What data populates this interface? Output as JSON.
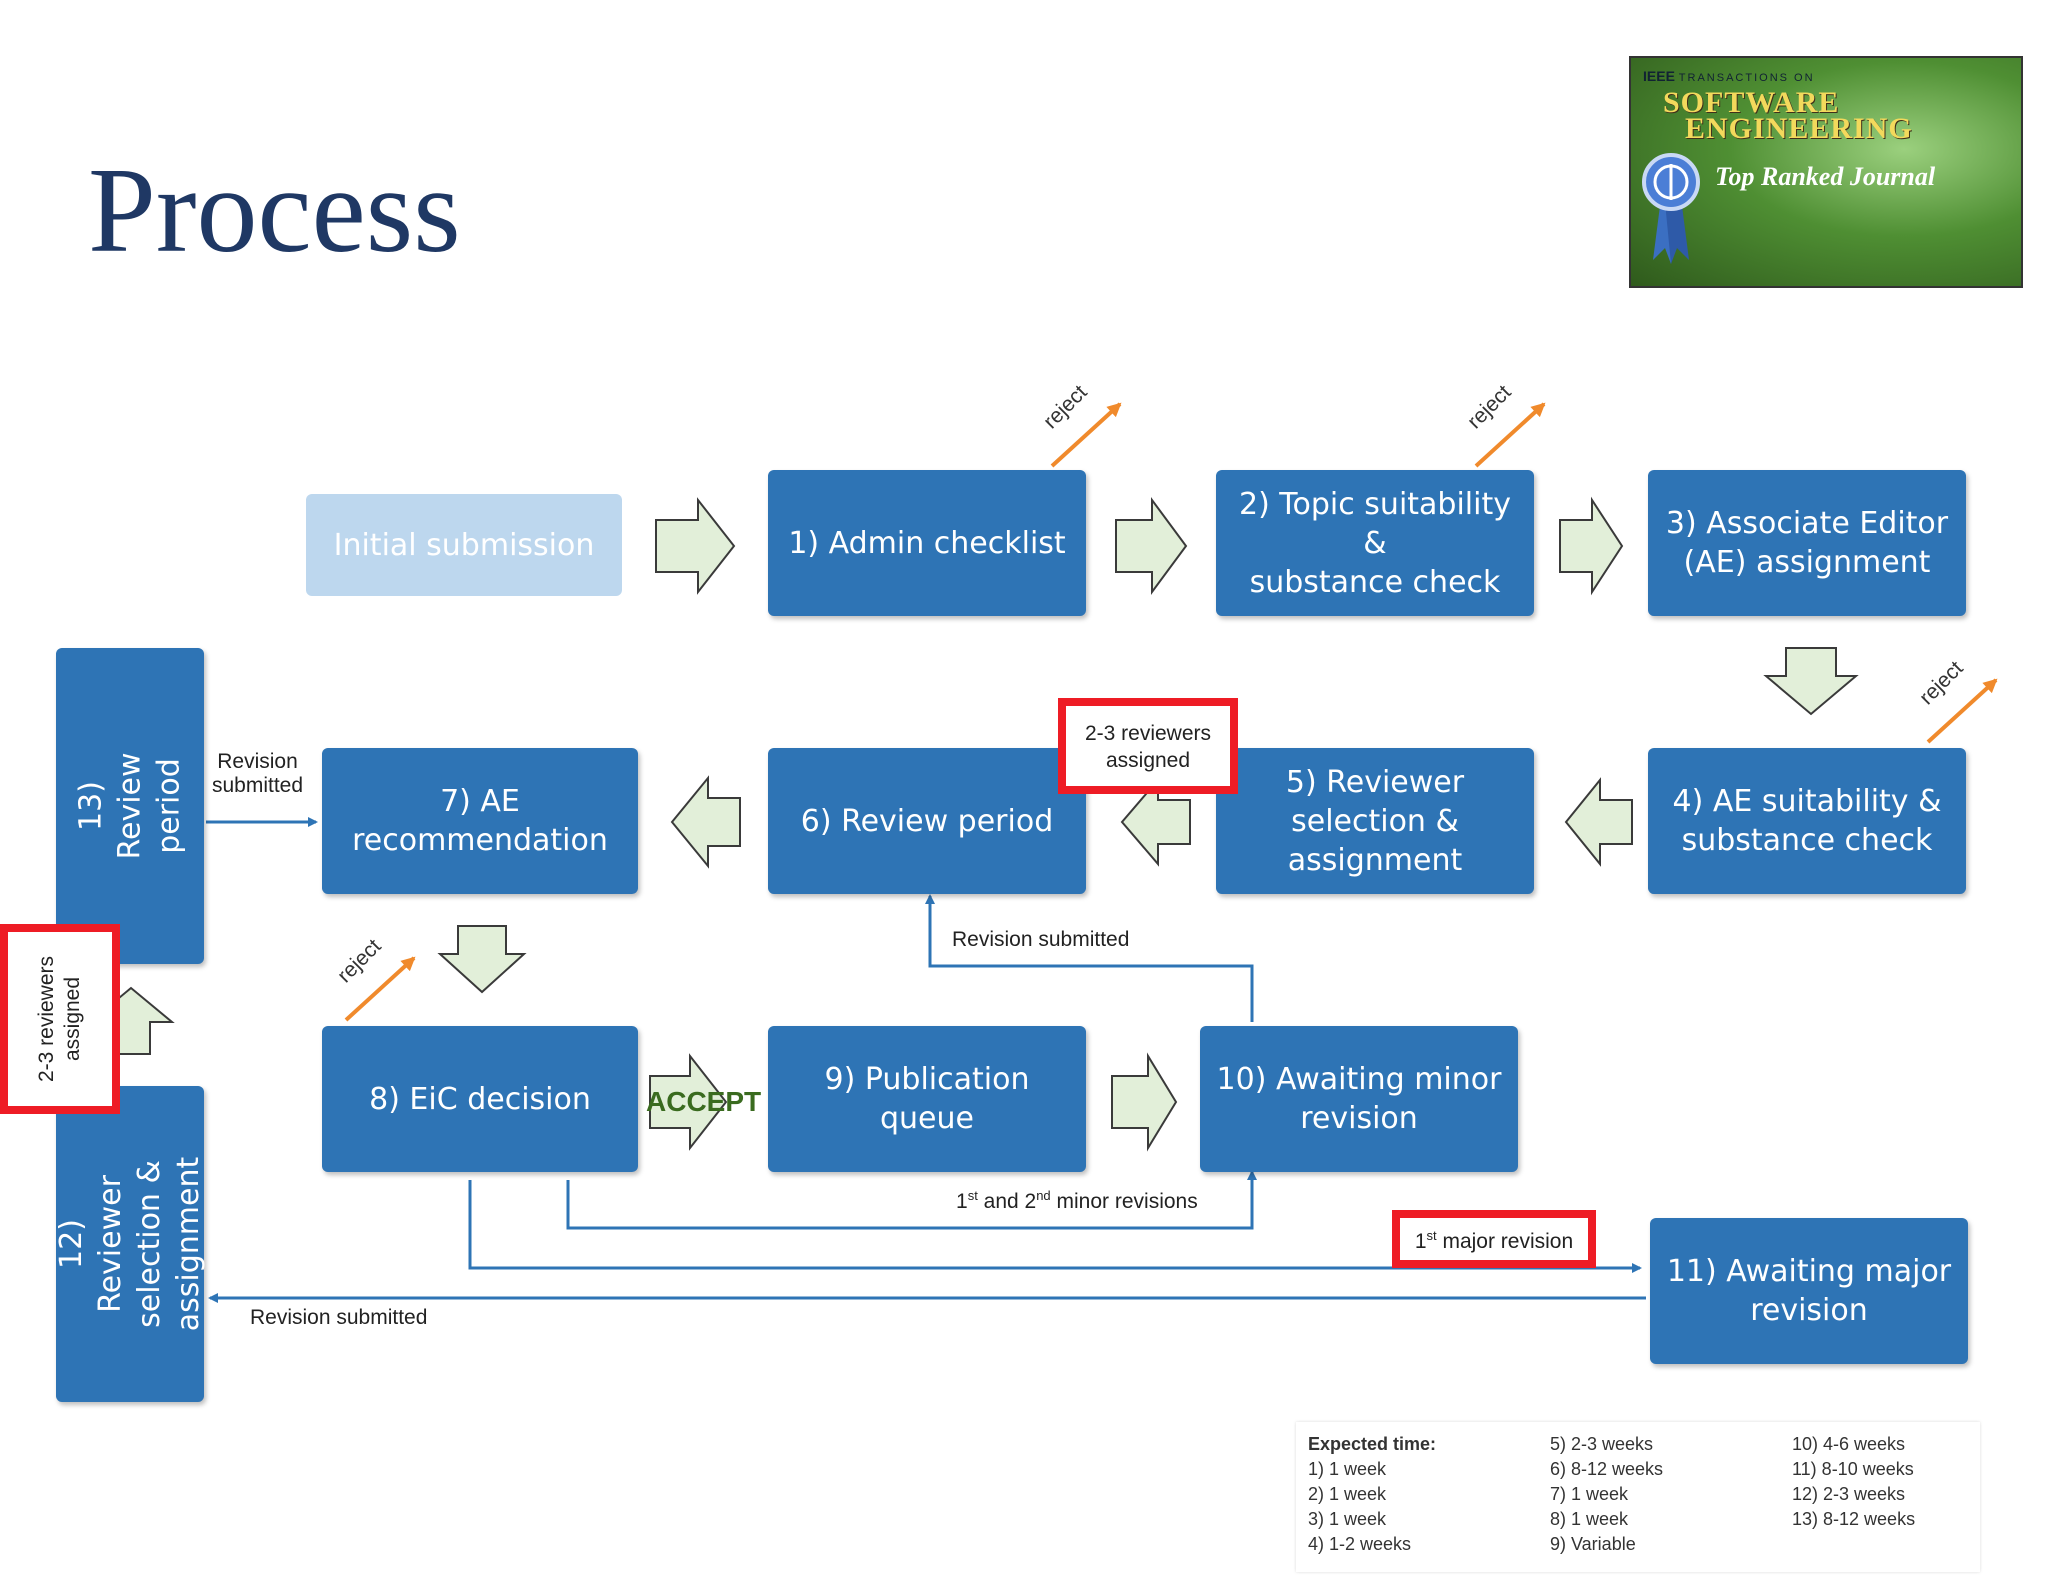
{
  "title": "Process",
  "logo": {
    "publisher": "IEEE",
    "series": "TRANSACTIONS ON",
    "line1": "SOFTWARE",
    "line2": "ENGINEERING",
    "tagline": "Top Ranked Journal",
    "accent": "#f3d95c"
  },
  "nodes": {
    "initial": "Initial submission",
    "n1": "1) Admin checklist",
    "n2": "2) Topic suitability &\nsubstance check",
    "n3": "3) Associate Editor\n(AE) assignment",
    "n4": "4) AE suitability &\nsubstance check",
    "n5": "5) Reviewer\nselection &\nassignment",
    "n6": "6) Review period",
    "n7": "7) AE\nrecommendation",
    "n8": "8) EiC decision",
    "n9": "9) Publication queue",
    "n10": "10) Awaiting minor\nrevision",
    "n11": "11) Awaiting major\nrevision",
    "n12": "12) Reviewer\nselection &\nassignment",
    "n13": "13) Review period"
  },
  "labels": {
    "reject": "reject",
    "accept": "ACCEPT",
    "revision_submitted_top": "Revision submitted",
    "revision_submitted_left": "Revision\nsubmitted",
    "revision_submitted_bottom": "Revision submitted",
    "minor_revisions_prefix": "1",
    "minor_revisions_st": "st",
    "minor_revisions_mid": " and 2",
    "minor_revisions_nd": "nd",
    "minor_revisions_suffix": " minor revisions",
    "major_revision_prefix": "1",
    "major_revision_st": "st",
    "major_revision_suffix": " major revision",
    "reviewers_assigned": "2-3 reviewers\nassigned",
    "reviewers_assigned_side": "2-3 reviewers\nassigned"
  },
  "legend": {
    "heading": "Expected time:",
    "col1": [
      "1)  1 week",
      "2)  1 week",
      "3)  1 week",
      "4)  1-2 weeks"
    ],
    "col2": [
      "5)  2-3 weeks",
      "6)  8-12 weeks",
      "7)  1 week",
      "8)  1 week",
      "9)  Variable"
    ],
    "col3": [
      "10)  4-6 weeks",
      "11)  8-10 weeks",
      "12)  2-3 weeks",
      "13)  8-12 weeks"
    ]
  },
  "colors": {
    "node": "#2e74b5",
    "node_light": "#bdd7ee",
    "arrow_fill": "#e2efd9",
    "arrow_stroke": "#3a3a3a",
    "reject_arrow": "#f08a2c",
    "highlight": "#ee1c25",
    "title": "#1f3864"
  }
}
